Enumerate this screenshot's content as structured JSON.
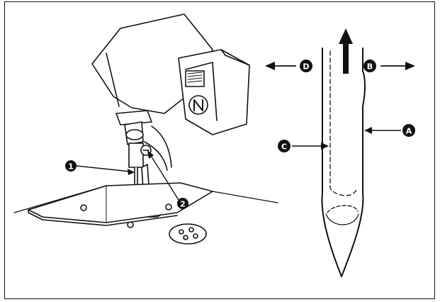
{
  "labels": {
    "needle_callout": "1",
    "screw_callout": "2",
    "A": "A",
    "B": "B",
    "C": "C",
    "D": "D"
  },
  "colors": {
    "ink": "#111111",
    "paper": "#ffffff"
  }
}
